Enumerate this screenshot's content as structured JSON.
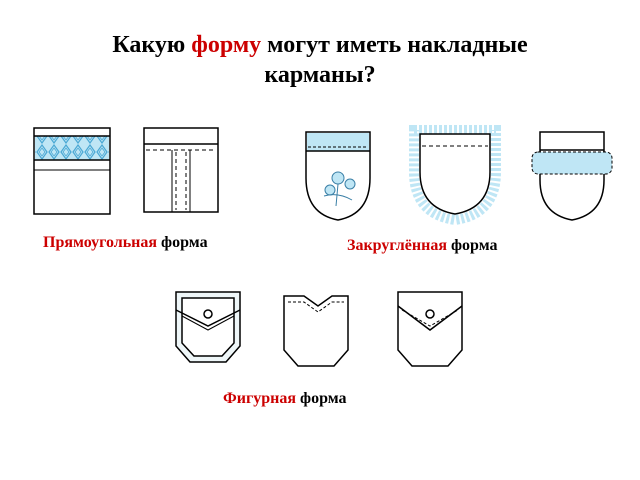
{
  "title": {
    "part1": "Какую ",
    "accent": "форму",
    "part2": " могут иметь накладные",
    "line2": "карманы?"
  },
  "captions": {
    "rectangular": {
      "accent": "Прямоугольная",
      "rest": " форма"
    },
    "rounded": {
      "accent": "Закруглённая",
      "rest": " форма"
    },
    "figured": {
      "accent": "Фигурная",
      "rest": " форма"
    }
  },
  "colors": {
    "accent": "#cc0000",
    "fabric_blue": "#bfe6f5",
    "outline": "#000000"
  }
}
